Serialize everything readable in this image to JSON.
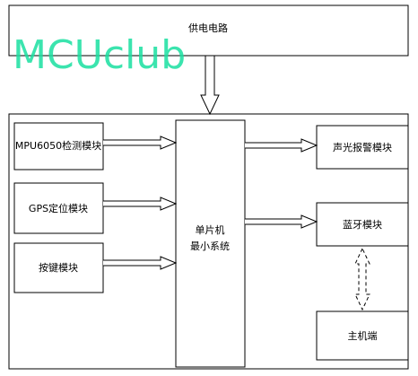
{
  "watermark": {
    "text": "MCUclub",
    "color": "#19e0a0"
  },
  "blocks": {
    "power": "供电电路",
    "mpu": "MPU6050检测模块",
    "gps": "GPS定位模块",
    "keys": "按键模块",
    "mcu_line1": "单片机",
    "mcu_line2": "最小系统",
    "alarm": "声光报警模块",
    "bluetooth": "蓝牙模块",
    "host": "主机端"
  },
  "connections": [
    {
      "from": "power",
      "to": "system",
      "style": "double-line-arrow"
    },
    {
      "from": "mpu",
      "to": "mcu",
      "style": "double-line-arrow"
    },
    {
      "from": "gps",
      "to": "mcu",
      "style": "double-line-arrow"
    },
    {
      "from": "keys",
      "to": "mcu",
      "style": "double-line-arrow"
    },
    {
      "from": "mcu",
      "to": "alarm",
      "style": "double-line-arrow"
    },
    {
      "from": "mcu",
      "to": "bluetooth",
      "style": "double-line-arrow"
    },
    {
      "from": "bluetooth",
      "to": "host",
      "style": "dashed-bidirectional-arrow"
    }
  ]
}
